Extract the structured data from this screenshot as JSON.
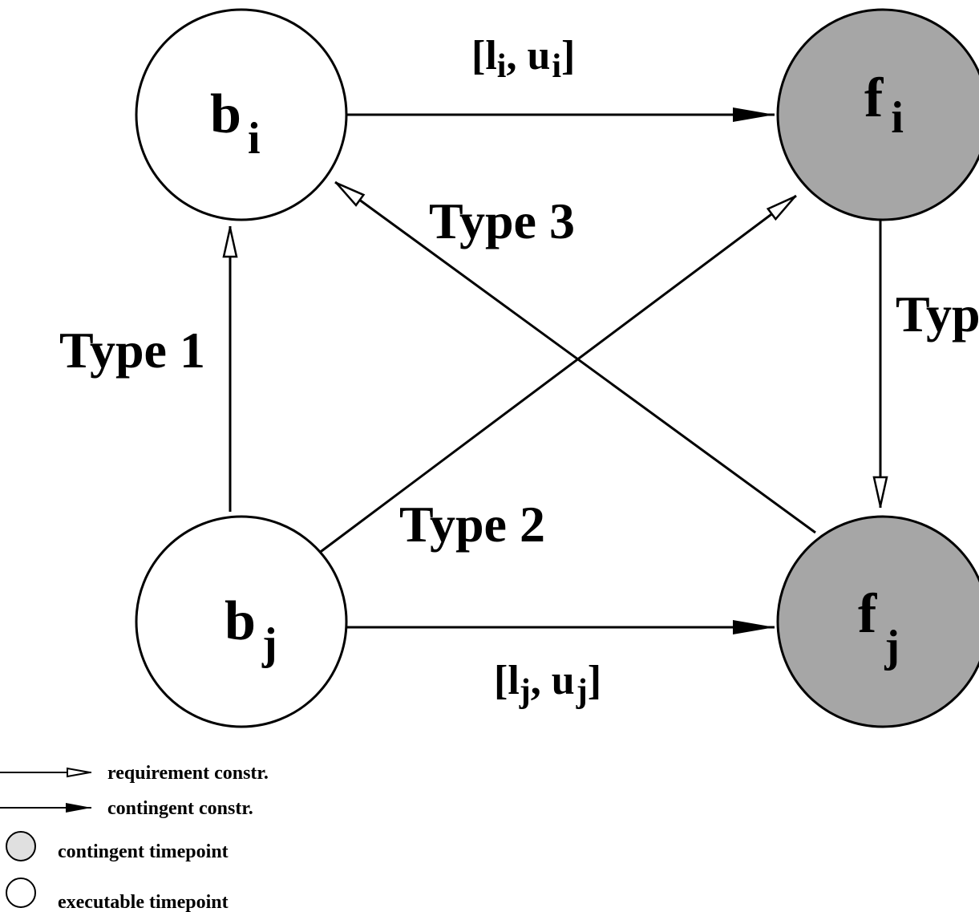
{
  "nodes": {
    "bi": {
      "letter": "b",
      "sub": "i",
      "kind": "executable"
    },
    "fi": {
      "letter": "f",
      "sub": "i",
      "kind": "contingent"
    },
    "bj": {
      "letter": "b",
      "sub": "j",
      "kind": "executable"
    },
    "fj": {
      "letter": "f",
      "sub": "j",
      "kind": "contingent"
    }
  },
  "edge_labels": {
    "range_i": {
      "open": "[l",
      "sub1": "i",
      "mid": ", u",
      "sub2": "i",
      "close": "]"
    },
    "range_j": {
      "open": "[l",
      "sub1": "j",
      "mid": ", u",
      "sub2": "j",
      "close": "]"
    },
    "type1": "Type 1",
    "type2": "Type 2",
    "type3": "Type 3",
    "type4_partial": "Typ"
  },
  "legend": {
    "requirement": "requirement constr.",
    "contingent": "contingent constr.",
    "contingent_timepoint": "contingent timepoint",
    "executable_timepoint": "executable timepoint"
  },
  "colors": {
    "contingent_fill": "#a6a6a6",
    "legend_contingent_fill": "#e0e0e0",
    "executable_fill": "#ffffff",
    "stroke": "#000000"
  }
}
